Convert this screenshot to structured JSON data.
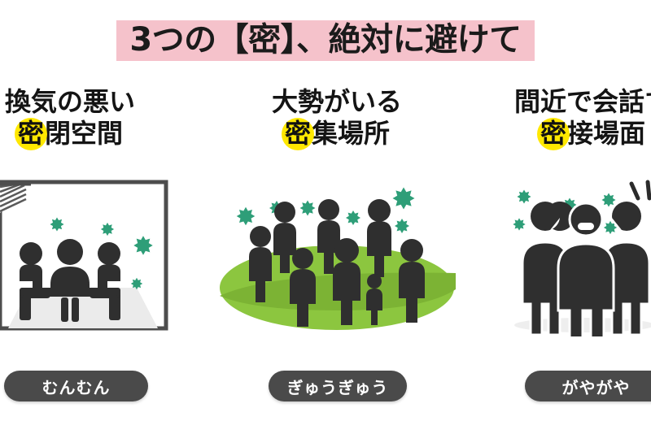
{
  "title": {
    "text": "3つの【密】、絶対に避けて",
    "band_color": "#f5c2cb"
  },
  "colors": {
    "pink_band": "#f5c2cb",
    "yellow_highlight": "#ffe800",
    "figure_dark": "#2f2f2f",
    "virus_green": "#2e9e78",
    "grass_green": "#8cc63f",
    "pill_gray": "#4a4a4a",
    "frame_gray": "#4d4d4d",
    "floor_gray": "#ebebeb"
  },
  "columns": [
    {
      "heading_line1": "換気の悪い",
      "heading_line2_highlight": "密",
      "heading_line2_rest": "閉空間",
      "label": "むんむん",
      "illustration": "room-with-three-people-at-table-and-viruses"
    },
    {
      "heading_line1": "大勢がいる",
      "heading_line2_highlight": "密",
      "heading_line2_rest": "集場所",
      "label": "ぎゅうぎゅう",
      "illustration": "crowd-of-people-on-green-ellipse-with-viruses"
    },
    {
      "heading_line1": "間近で会話す",
      "heading_line2_highlight": "密",
      "heading_line2_rest": "接場面",
      "label": "がやがや",
      "illustration": "three-people-talking-closely-with-viruses"
    }
  ]
}
